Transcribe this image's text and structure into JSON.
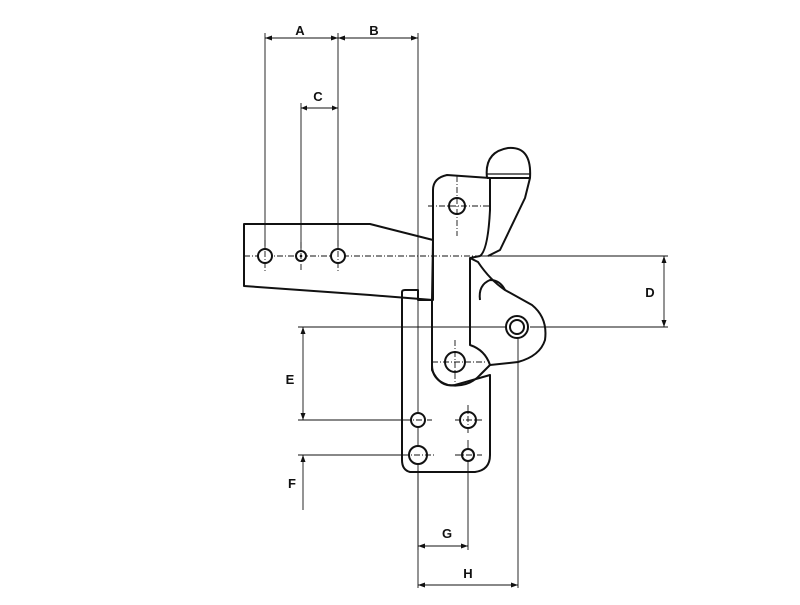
{
  "dimension_labels": {
    "a": "A",
    "b": "B",
    "c": "C",
    "d": "D",
    "e": "E",
    "f": "F",
    "g": "G",
    "h": "H"
  }
}
